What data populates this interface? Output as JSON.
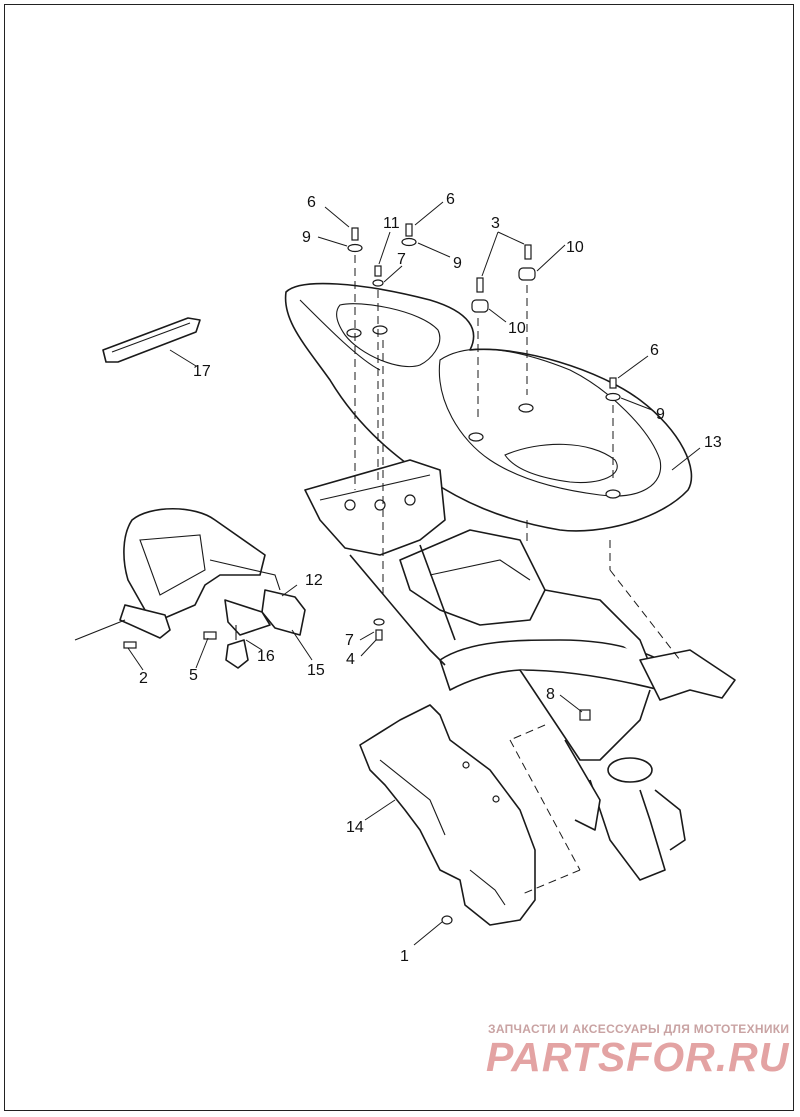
{
  "callouts": {
    "c1": "1",
    "c2": "2",
    "c3": "3",
    "c4": "4",
    "c5": "5",
    "c6a": "6",
    "c6b": "6",
    "c6c": "6",
    "c7a": "7",
    "c7b": "7",
    "c8": "8",
    "c9a": "9",
    "c9b": "9",
    "c9c": "9",
    "c10a": "10",
    "c10b": "10",
    "c11": "11",
    "c12": "12",
    "c13": "13",
    "c14": "14",
    "c15": "15",
    "c16": "16",
    "c17": "17"
  },
  "watermark": {
    "tagline": "ЗАПЧАСТИ И АКСЕССУАРЫ ДЛЯ МОТОТЕХНИКИ",
    "brand": "PARTSFOR.RU"
  },
  "colors": {
    "line": "#1a1a1a",
    "watermark": "#e3a3a3"
  }
}
